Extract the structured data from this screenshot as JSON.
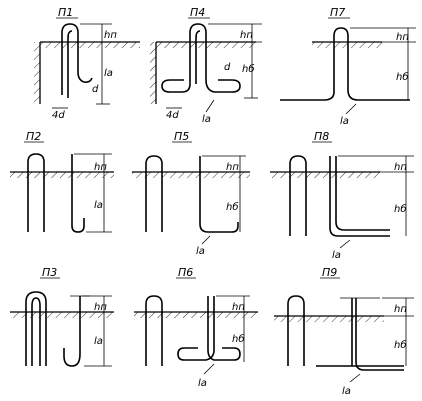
{
  "panels": [
    {
      "id": "p1",
      "title": "П1",
      "labels": {
        "top": "hп",
        "len": "la",
        "d": "d",
        "dim4d": "4d"
      }
    },
    {
      "id": "p4",
      "title": "П4",
      "labels": {
        "top": "hп",
        "mid": "hб",
        "len": "la",
        "d": "d",
        "dim4d": "4d"
      }
    },
    {
      "id": "p7",
      "title": "П7",
      "labels": {
        "top": "hп",
        "mid": "hб",
        "len": "la"
      }
    },
    {
      "id": "p2",
      "title": "П2",
      "labels": {
        "top": "hп",
        "len": "la"
      }
    },
    {
      "id": "p5",
      "title": "П5",
      "labels": {
        "top": "hп",
        "mid": "hб",
        "len": "la"
      }
    },
    {
      "id": "p8",
      "title": "П8",
      "labels": {
        "top": "hп",
        "mid": "hб",
        "len": "la"
      }
    },
    {
      "id": "p3",
      "title": "П3",
      "labels": {
        "top": "hп",
        "len": "la"
      }
    },
    {
      "id": "p6",
      "title": "П6",
      "labels": {
        "top": "hп",
        "mid": "hб",
        "len": "la"
      }
    },
    {
      "id": "p9",
      "title": "П9",
      "labels": {
        "top": "hп",
        "mid": "hб",
        "len": "la"
      }
    }
  ]
}
